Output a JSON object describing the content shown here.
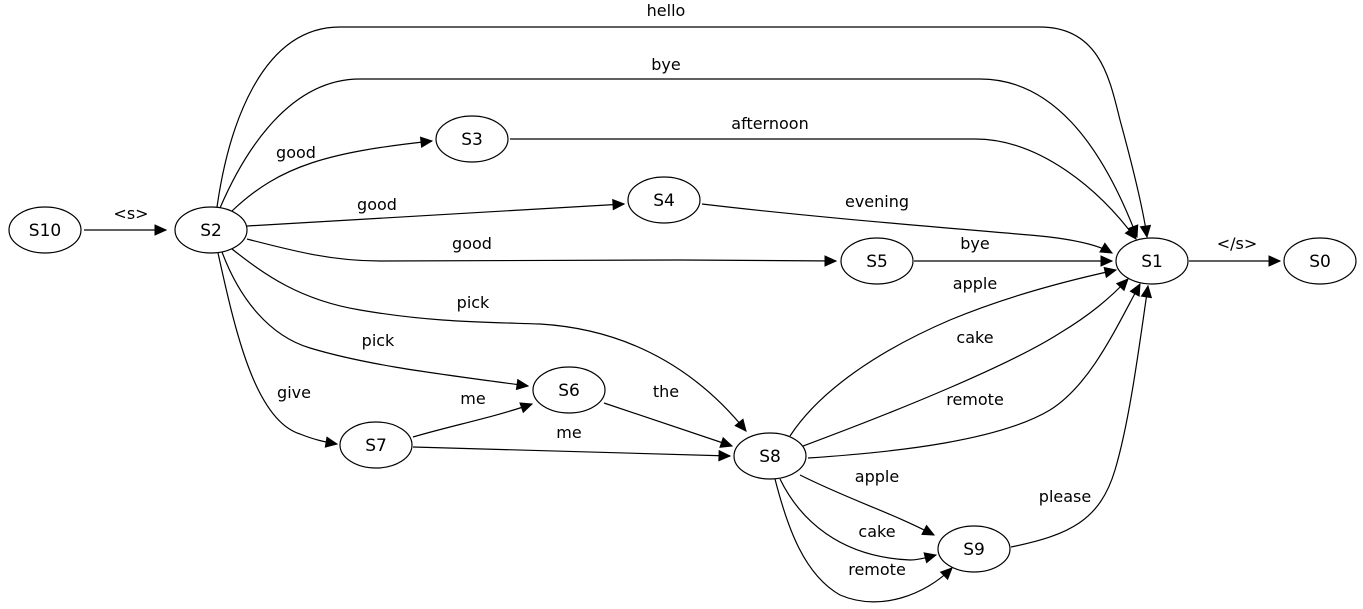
{
  "nodes": [
    {
      "id": "S10",
      "label": "S10"
    },
    {
      "id": "S2",
      "label": "S2"
    },
    {
      "id": "S3",
      "label": "S3"
    },
    {
      "id": "S4",
      "label": "S4"
    },
    {
      "id": "S5",
      "label": "S5"
    },
    {
      "id": "S6",
      "label": "S6"
    },
    {
      "id": "S7",
      "label": "S7"
    },
    {
      "id": "S8",
      "label": "S8"
    },
    {
      "id": "S9",
      "label": "S9"
    },
    {
      "id": "S1",
      "label": "S1"
    },
    {
      "id": "S0",
      "label": "S0"
    }
  ],
  "edges": [
    {
      "id": "s10-s2",
      "from": "S10",
      "to": "S2",
      "label": "<s>"
    },
    {
      "id": "s2-s1-hello",
      "from": "S2",
      "to": "S1",
      "label": "hello"
    },
    {
      "id": "s2-s1-bye",
      "from": "S2",
      "to": "S1",
      "label": "bye"
    },
    {
      "id": "s2-s3",
      "from": "S2",
      "to": "S3",
      "label": "good"
    },
    {
      "id": "s2-s4",
      "from": "S2",
      "to": "S4",
      "label": "good"
    },
    {
      "id": "s2-s5",
      "from": "S2",
      "to": "S5",
      "label": "good"
    },
    {
      "id": "s2-s8-pick",
      "from": "S2",
      "to": "S8",
      "label": "pick"
    },
    {
      "id": "s2-s6-pick",
      "from": "S2",
      "to": "S6",
      "label": "pick"
    },
    {
      "id": "s2-s7-give",
      "from": "S2",
      "to": "S7",
      "label": "give"
    },
    {
      "id": "s3-s1",
      "from": "S3",
      "to": "S1",
      "label": "afternoon"
    },
    {
      "id": "s4-s1",
      "from": "S4",
      "to": "S1",
      "label": "evening"
    },
    {
      "id": "s5-s1",
      "from": "S5",
      "to": "S1",
      "label": "bye"
    },
    {
      "id": "s7-s6",
      "from": "S7",
      "to": "S6",
      "label": "me"
    },
    {
      "id": "s7-s8",
      "from": "S7",
      "to": "S8",
      "label": "me"
    },
    {
      "id": "s6-s8",
      "from": "S6",
      "to": "S8",
      "label": "the"
    },
    {
      "id": "s8-s1-apple",
      "from": "S8",
      "to": "S1",
      "label": "apple"
    },
    {
      "id": "s8-s1-cake",
      "from": "S8",
      "to": "S1",
      "label": "cake"
    },
    {
      "id": "s8-s1-remote",
      "from": "S8",
      "to": "S1",
      "label": "remote"
    },
    {
      "id": "s8-s9-apple",
      "from": "S8",
      "to": "S9",
      "label": "apple"
    },
    {
      "id": "s8-s9-cake",
      "from": "S8",
      "to": "S9",
      "label": "cake"
    },
    {
      "id": "s8-s9-remote",
      "from": "S8",
      "to": "S9",
      "label": "remote"
    },
    {
      "id": "s9-s1",
      "from": "S9",
      "to": "S1",
      "label": "please"
    },
    {
      "id": "s1-s0",
      "from": "S1",
      "to": "S0",
      "label": "</s>"
    }
  ]
}
